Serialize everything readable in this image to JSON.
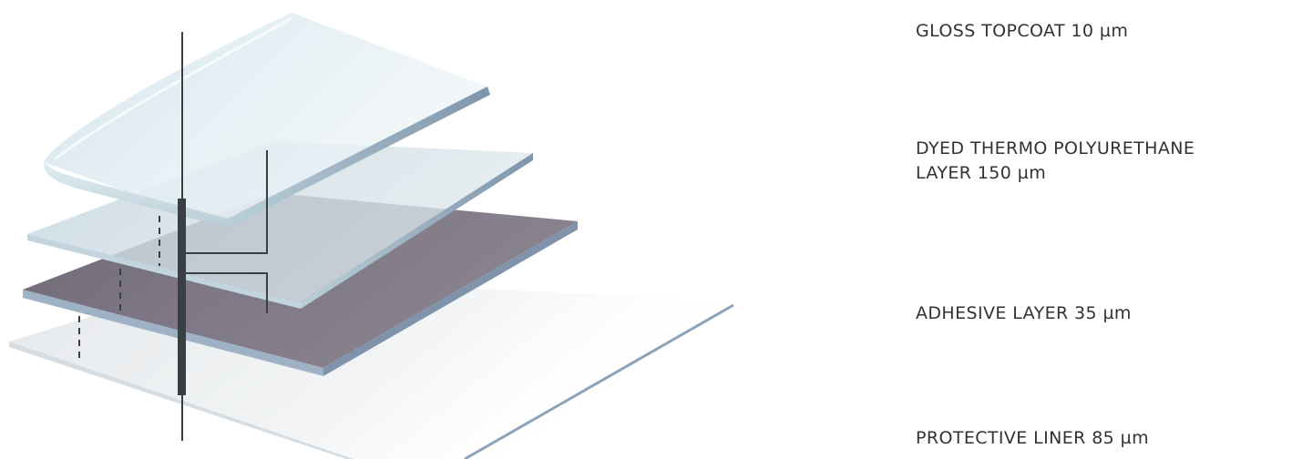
{
  "labels": {
    "topcoat": "GLOSS TOPCOAT 10 µm",
    "tpu_line1": "DYED THERMO POLYURETHANE",
    "tpu_line2": "LAYER 150 µm",
    "adhesive": "ADHESIVE LAYER 35 µm",
    "liner": "PROTECTIVE LINER 85 µm"
  },
  "colors": {
    "leader_line_dark": "#3a3f44",
    "leader_line_accent": "#29abe2",
    "topcoat_film": "#d6e7ef",
    "polyurethane_film": "#c9dbe4",
    "adhesive_layer": "#7d7884",
    "liner_film": "#e9ecef",
    "label_text": "#2f3337"
  }
}
